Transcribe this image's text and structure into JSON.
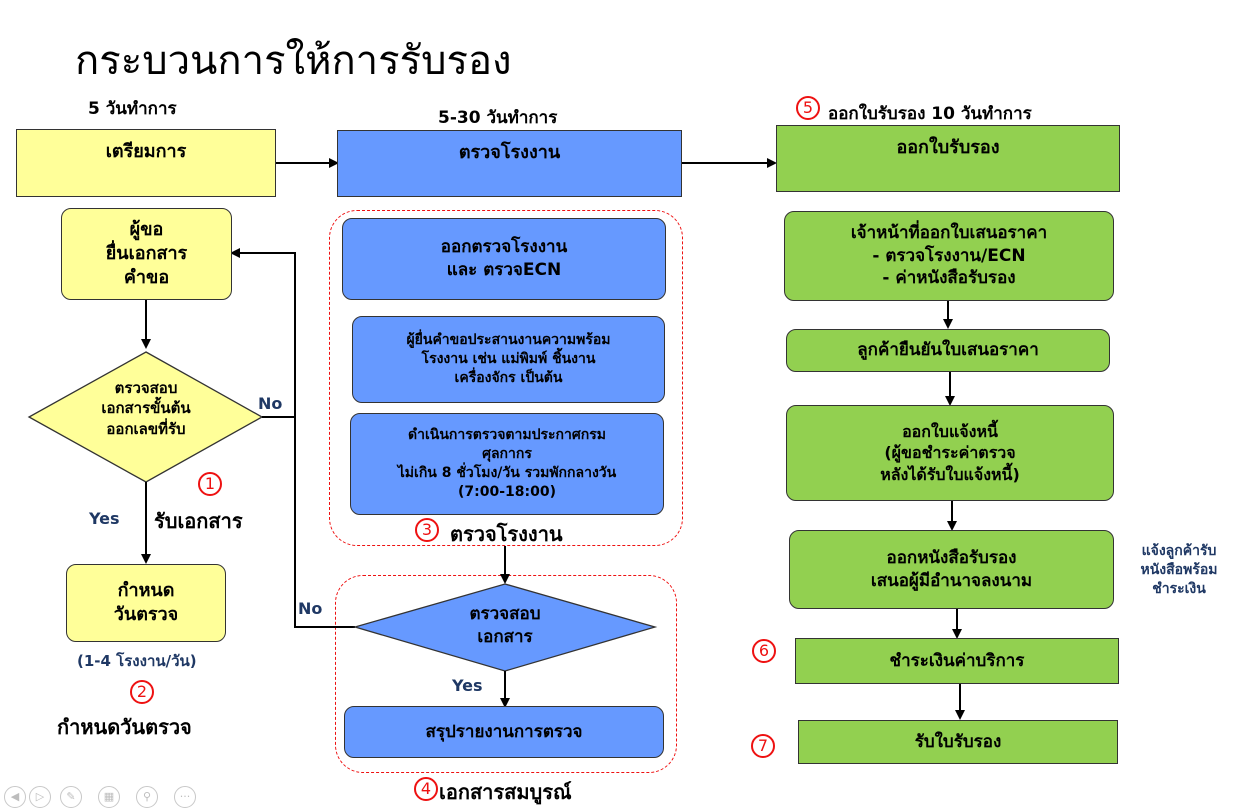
{
  "title": "กระบวนการให้การรับรอง",
  "columns": {
    "prepare": {
      "duration": "5 วันทำการ",
      "header": "เตรียมการ",
      "submit_box": "ผู้ขอ\nยื่นเอกสาร\nคำขอ",
      "check_diamond": "ตรวจสอบ\nเอกสารขั้นต้น\nออกเลขที่รับ",
      "no_label": "No",
      "yes_label": "Yes",
      "receive_docs": "รับเอกสาร",
      "schedule_box": "กำหนด\nวันตรวจ",
      "capacity": "(1-4 โรงงาน/วัน)",
      "schedule_caption": "กำหนดวันตรวจ"
    },
    "inspect": {
      "duration": "5-30 วันทำการ",
      "header": "ตรวจโรงงาน",
      "step_visit": "ออกตรวจโรงงาน\nและ ตรวจECN",
      "step_coordinate": "ผู้ยื่นคำขอประสานงานความพร้อม\nโรงงาน เช่น แม่พิมพ์ ชิ้นงาน\nเครื่องจักร เป็นต้น",
      "step_conduct": "ดำเนินการตรวจตามประกาศกรม\nศุลกากร\nไม่เกิน 8 ชั่วโมง/วัน รวมพักกลางวัน\n(7:00-18:00)",
      "group_caption": "ตรวจโรงงาน",
      "doc_check_diamond": "ตรวจสอบ\nเอกสาร",
      "no_label": "No",
      "yes_label": "Yes",
      "summary_box": "สรุปรายงานการตรวจ",
      "complete_caption": "เอกสารสมบูรณ์"
    },
    "certify": {
      "duration": "ออกใบรับรอง 10 วันทำการ",
      "header": "ออกใบรับรอง",
      "step_quote": "เจ้าหน้าที่ออกใบเสนอราคา\n- ตรวจโรงงาน/ECN\n- ค่าหนังสือรับรอง",
      "step_confirm": "ลูกค้ายืนยันใบเสนอราคา",
      "step_invoice": "ออกใบแจ้งหนี้\n(ผู้ขอชำระค่าตรวจ\nหลังได้รับใบแจ้งหนี้)",
      "step_issue": "ออกหนังสือรับรอง\nเสนอผู้มีอำนาจลงนาม",
      "side_note": "แจ้งลูกค้ารับ\nหนังสือพร้อม\nชำระเงิน",
      "step_pay": "ชำระเงินค่าบริการ",
      "step_receive": "รับใบรับรอง"
    }
  },
  "markers": [
    "1",
    "2",
    "3",
    "4",
    "5",
    "6",
    "7"
  ],
  "colors": {
    "yellow": "#ffff99",
    "blue": "#6699ff",
    "green": "#92d050",
    "dashed_border": "#ee1111",
    "label_navy": "#1f3864"
  },
  "player_controls": [
    "prev-icon",
    "play-icon",
    "pen-icon",
    "slides-icon",
    "zoom-icon",
    "more-icon"
  ]
}
